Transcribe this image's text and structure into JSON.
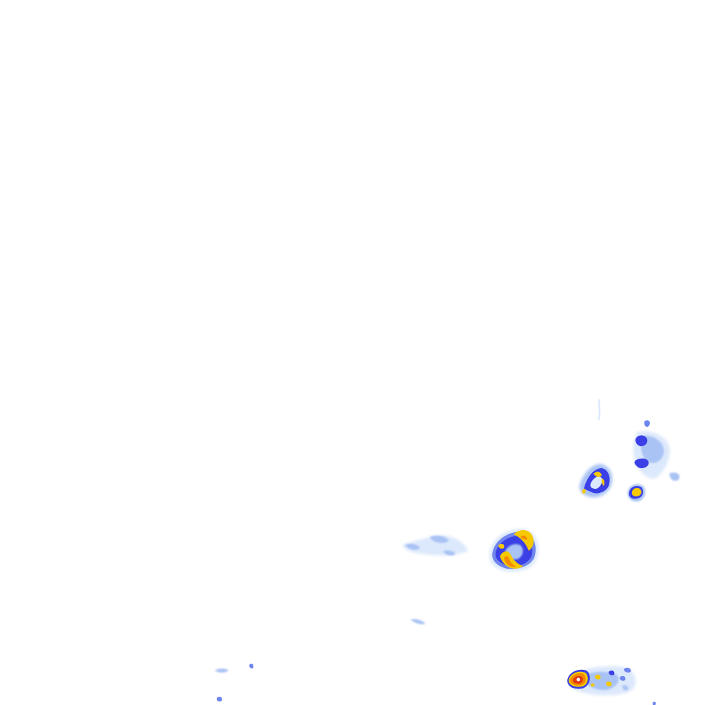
{
  "map": {
    "type": "weather-radar-overlay",
    "background_color": "#ffffff",
    "intensity_palette": {
      "very_light": "#dce8fb",
      "light": "#a9c3f5",
      "moderate": "#6f86ee",
      "medium": "#3b40e6",
      "heavy": "#f5c800",
      "very_heavy": "#f28a00",
      "intense": "#e23a12"
    },
    "cells": [
      {
        "id": "cell-east-cluster",
        "peak_intensity": "medium"
      },
      {
        "id": "cell-small-yellow",
        "peak_intensity": "very_heavy"
      },
      {
        "id": "cell-central-storm",
        "peak_intensity": "very_heavy"
      },
      {
        "id": "cell-west-streak",
        "peak_intensity": "light"
      },
      {
        "id": "cell-southeast-storm",
        "peak_intensity": "intense"
      },
      {
        "id": "cell-southwest-specks",
        "peak_intensity": "moderate"
      }
    ]
  }
}
